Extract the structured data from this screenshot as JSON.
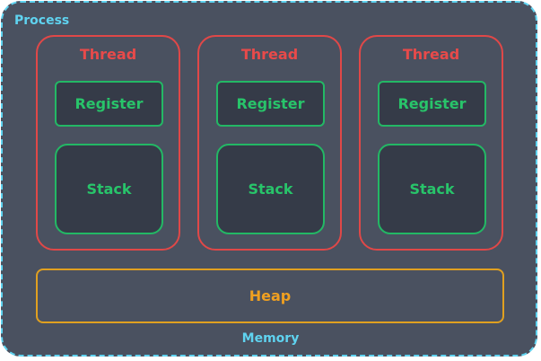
{
  "process": {
    "label": "Process"
  },
  "threads": [
    {
      "label": "Thread",
      "register": "Register",
      "stack": "Stack"
    },
    {
      "label": "Thread",
      "register": "Register",
      "stack": "Stack"
    },
    {
      "label": "Thread",
      "register": "Register",
      "stack": "Stack"
    }
  ],
  "heap": {
    "label": "Heap"
  },
  "memory": {
    "label": "Memory"
  },
  "colors": {
    "process_border": "#5fd3f0",
    "process_fill": "#4a5160",
    "thread_border": "#e04848",
    "thread_text": "#e84a4a",
    "component_border": "#23b865",
    "component_text": "#28c46a",
    "heap_border": "#e0a020",
    "heap_text": "#f0a020"
  }
}
